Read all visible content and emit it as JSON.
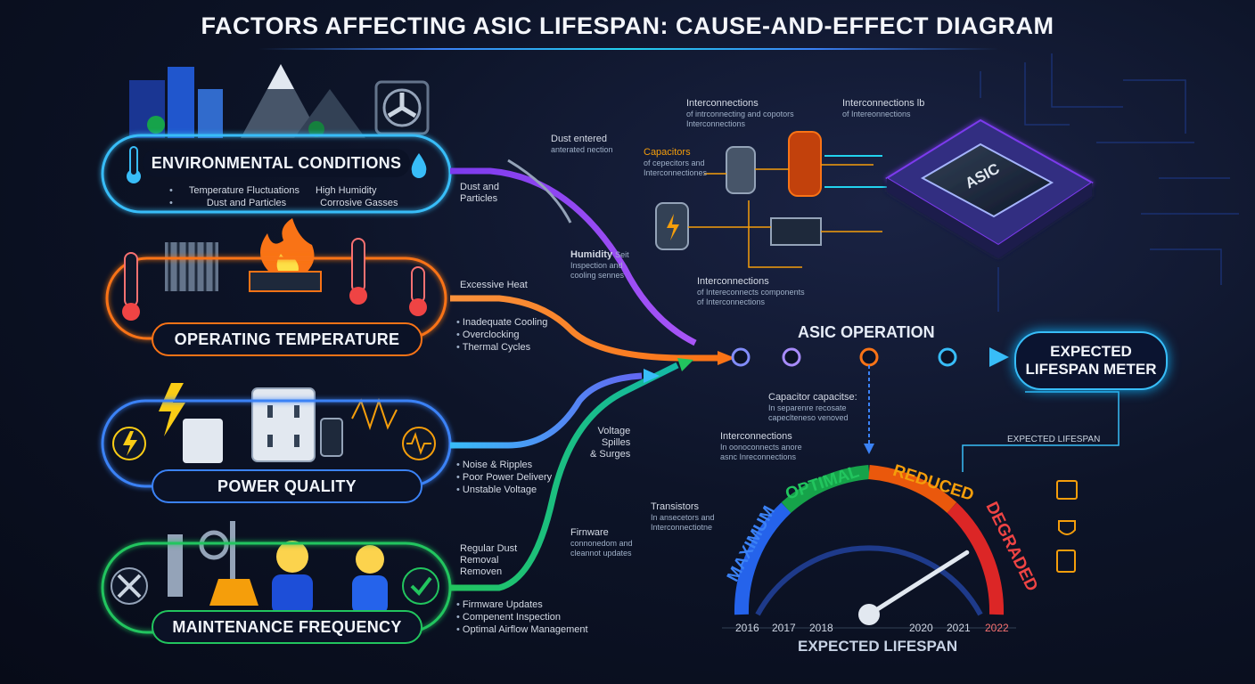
{
  "title": "FACTORS AFFECTING ASIC LIFESPAN: CAUSE-AND-EFFECT DIAGRAM",
  "factors": [
    {
      "label": "ENVIRONMENTAL CONDITIONS",
      "color": "#38bdf8",
      "bullets": [
        "Temperature Fluctuations",
        "High Humidity",
        "Dust and Particles",
        "Corrosive Gasses"
      ]
    },
    {
      "label": "OPERATING TEMPERATURE",
      "color": "#f97316",
      "bullets": [
        "Inadequate Cooling",
        "Overclocking",
        "Thermal Cycles"
      ]
    },
    {
      "label": "POWER QUALITY",
      "color": "#3b82f6",
      "bullets": [
        "Noise & Ripples",
        "Poor Power Delivery",
        "Unstable Voltage"
      ]
    },
    {
      "label": "MAINTENANCE FREQUENCY",
      "color": "#22c55e",
      "bullets": [
        "Firmware Updates",
        "Compenent Inspection",
        "Optimal Airflow Management"
      ]
    }
  ],
  "annotations": {
    "dust_entered": "Dust entered",
    "dust_entered_sub": "anterated nection",
    "dust_particles_1": "Dust and",
    "dust_particles_2": "Particles",
    "excessive_heat": "Excessive Heat",
    "humidity": "Humidity",
    "humidity_sub1": "Seit",
    "humidity_sub2": "Inspection and",
    "humidity_sub3": "cooling sennes",
    "capacitors": "Capacitors",
    "capacitors_sub1": "of cepecitors and",
    "capacitors_sub2": "Interconnectiones",
    "interconnections_top": "Interconnections",
    "interconnections_top_sub1": "of intrconnecting and copotors",
    "interconnections_top_sub2": "Interconnections",
    "interconnections_right": "Interconnections lb",
    "interconnections_right_sub": "of Intereonnections",
    "interconnections_mid": "Interconnections",
    "interconnections_mid_sub1": "of Intereconnects components",
    "interconnections_mid_sub2": "of Interconnections",
    "capacitor_capacitse": "Capacitor capacitse:",
    "capacitor_capacitse_sub1": "In separenre recosate",
    "capacitor_capacitse_sub2": "capeclteneso venoved",
    "voltage_1": "Voltage",
    "voltage_2": "Spilles",
    "voltage_3": "& Surges",
    "interconnections_low": "Interconnections",
    "interconnections_low_sub1": "In oonoconnects anore",
    "interconnections_low_sub2": "asnc Inreconnections",
    "transistors": "Transistors",
    "transistors_sub1": "In ansecetors and",
    "transistors_sub2": "Interconnectiotne",
    "firmware": "Firnware",
    "firmware_sub1": "connonedom and",
    "firmware_sub2": "cleannot updates",
    "regular_dust_1": "Regular Dust",
    "regular_dust_2": "Removal",
    "regular_dust_3": "Removen",
    "expected_lifespan_small": "EXPECTED LIFESPAN"
  },
  "asic_chip_label": "ASIC",
  "asic_operation": "ASIC OPERATION",
  "lifespan_box": {
    "line1": "EXPECTED",
    "line2": "LIFESPAN METER"
  },
  "gauge": {
    "zones": [
      {
        "label": "MAXIMUM",
        "color": "#3b82f6"
      },
      {
        "label": "OPTIMAL",
        "color": "#22c55e"
      },
      {
        "label": "REDUCED",
        "color": "#f59e0b"
      },
      {
        "label": "DEGRADED",
        "color": "#ef4444"
      }
    ],
    "years": [
      "2016",
      "2017",
      "2018",
      "2020",
      "2021",
      "2022"
    ],
    "needle_fraction": 0.82,
    "bottom_label": "EXPECTED LIFESPAN"
  }
}
